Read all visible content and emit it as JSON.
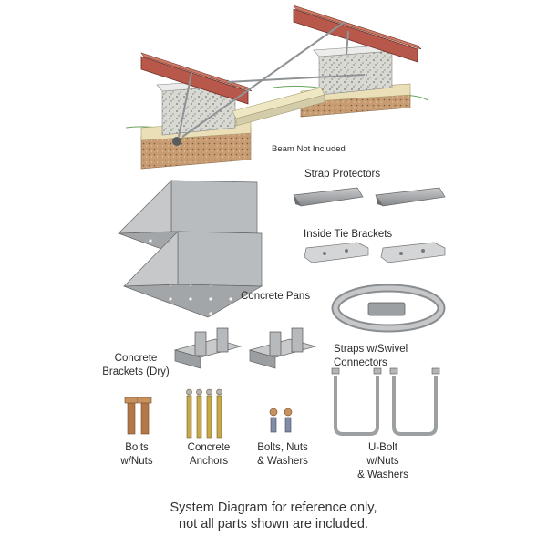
{
  "labels": {
    "beam_note": "Beam Not Included",
    "strap_protectors": "Strap Protectors",
    "inside_tie_brackets": "Inside Tie Brackets",
    "concrete_pans": "Concrete Pans",
    "straps": "Straps w/Swivel",
    "straps_2": "Connectors",
    "concrete_brackets": "Concrete",
    "concrete_brackets_2": "Brackets (Dry)",
    "bolts": "Bolts",
    "bolts_2": "w/Nuts",
    "concrete_anchors": "Concrete",
    "concrete_anchors_2": "Anchors",
    "bolts_nuts_washers": "Bolts, Nuts",
    "bolts_nuts_washers_2": "& Washers",
    "ubolt": "U-Bolt",
    "ubolt_2": "w/Nuts",
    "ubolt_3": "& Washers"
  },
  "caption": {
    "line1": "System Diagram for reference only,",
    "line2": "not all parts shown are included."
  },
  "colors": {
    "beam": "#b8584a",
    "steel": "#a7aaad",
    "concrete": "#dcdcd6",
    "soil": "#cfa27a",
    "pad": "#e9dfb3"
  }
}
